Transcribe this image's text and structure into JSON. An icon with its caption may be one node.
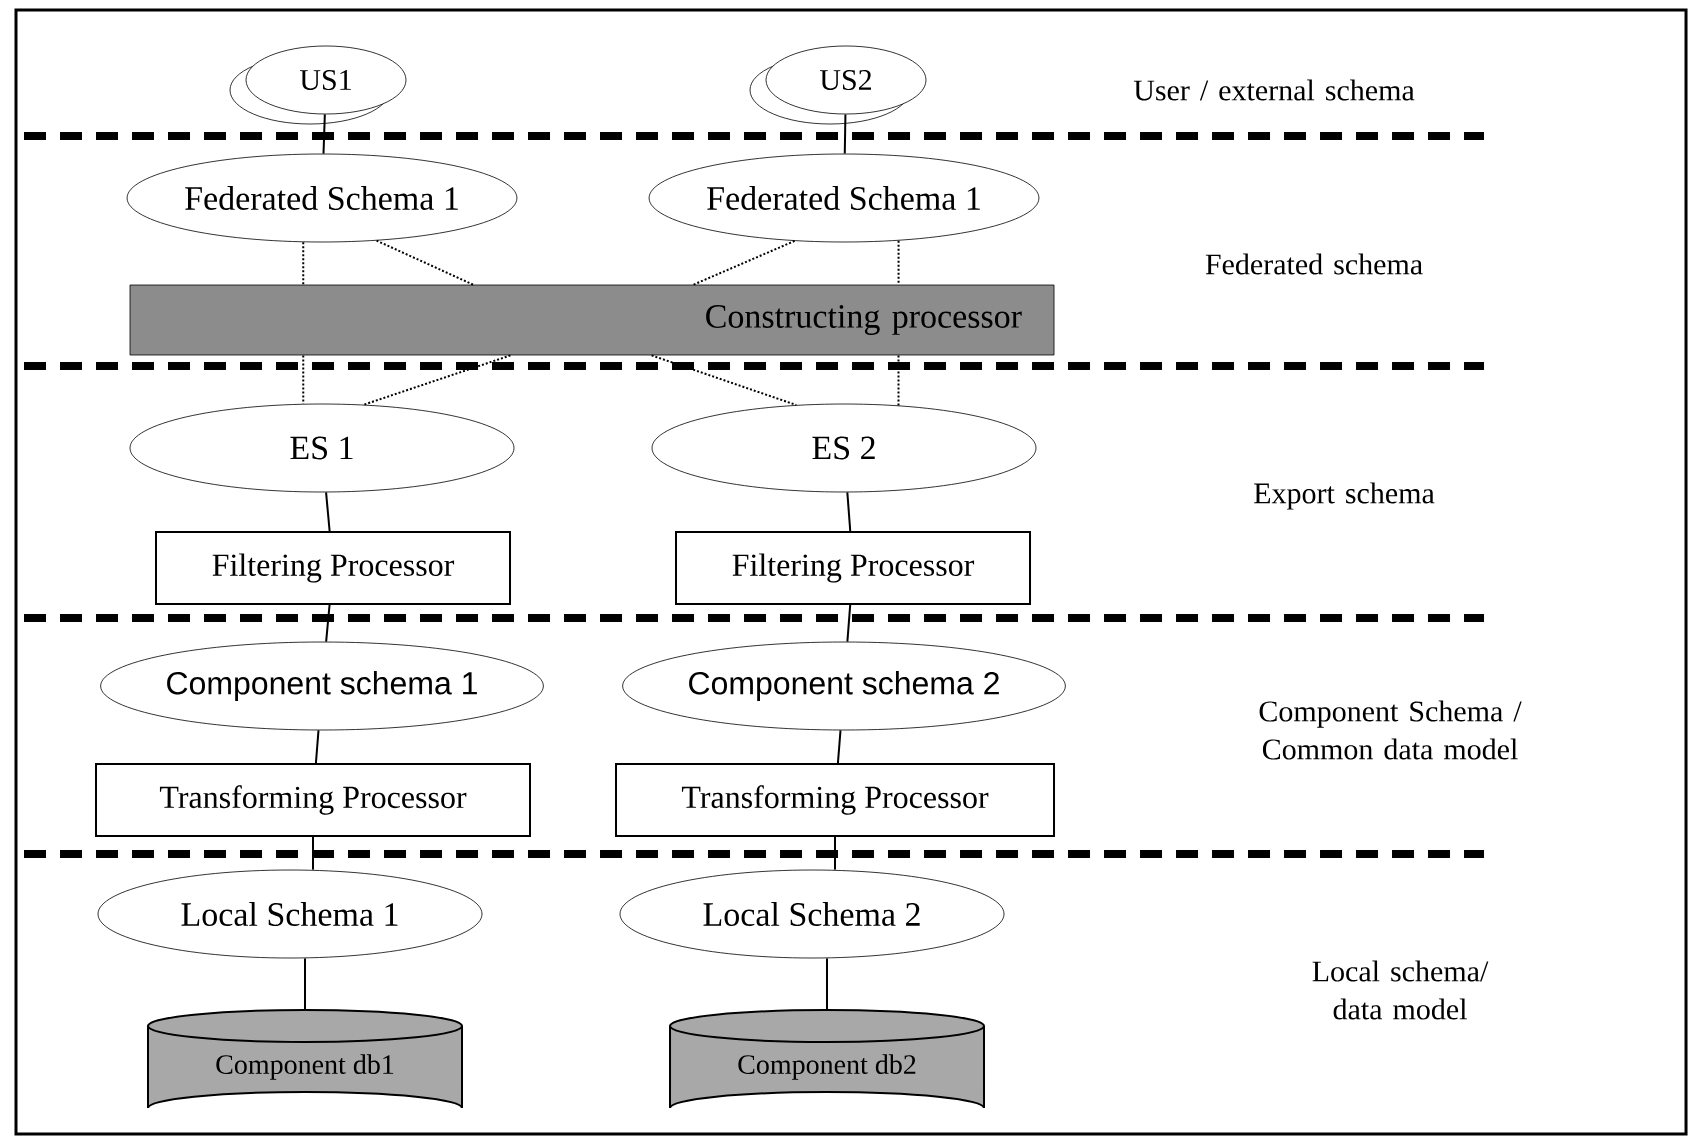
{
  "diagram": {
    "nodes": [
      {
        "text": [
          "US1"
        ]
      },
      {
        "text": [
          "US2"
        ]
      },
      {
        "text": [
          "Federated Schema 1"
        ]
      },
      {
        "text": [
          "Federated Schema 1"
        ]
      },
      {
        "text": [
          "Constructing processor"
        ]
      },
      {
        "text": [
          "ES 1"
        ]
      },
      {
        "text": [
          "ES 2"
        ]
      },
      {
        "text": [
          "Filtering Processor"
        ]
      },
      {
        "text": [
          "Filtering Processor"
        ]
      },
      {
        "text": [
          "Component schema 1"
        ]
      },
      {
        "text": [
          "Component schema 2"
        ]
      },
      {
        "text": [
          "Transforming Processor"
        ]
      },
      {
        "text": [
          "Transforming Processor"
        ]
      },
      {
        "text": [
          "Local Schema 1"
        ]
      },
      {
        "text": [
          "Local Schema 2"
        ]
      },
      {
        "text": [
          "Component db1"
        ]
      },
      {
        "text": [
          "Component db2"
        ]
      }
    ],
    "edges": [
      {
        "from": 0,
        "to": 2,
        "arrow": "none"
      },
      {
        "from": 1,
        "to": 3,
        "arrow": "none"
      },
      {
        "from": 2,
        "to": 4,
        "arrow": "none",
        "style": "dashed"
      },
      {
        "from": 4,
        "to": 5,
        "arrow": "none",
        "style": "dashed"
      },
      {
        "from": 2,
        "to": 4,
        "arrow": "none",
        "style": "dashed"
      },
      {
        "from": 4,
        "to": 6,
        "arrow": "none",
        "style": "dashed"
      },
      {
        "from": 3,
        "to": 4,
        "arrow": "none",
        "style": "dashed"
      },
      {
        "from": 4,
        "to": 5,
        "arrow": "none",
        "style": "dashed"
      },
      {
        "from": 3,
        "to": 4,
        "arrow": "none",
        "style": "dashed"
      },
      {
        "from": 4,
        "to": 6,
        "arrow": "none",
        "style": "dashed"
      },
      {
        "from": 5,
        "to": 7,
        "arrow": "none"
      },
      {
        "from": 7,
        "to": 9,
        "arrow": "none"
      },
      {
        "from": 9,
        "to": 11,
        "arrow": "none"
      },
      {
        "from": 11,
        "to": 13,
        "arrow": "none"
      },
      {
        "from": 13,
        "to": 15,
        "arrow": "none"
      },
      {
        "from": 6,
        "to": 8,
        "arrow": "none"
      },
      {
        "from": 8,
        "to": 10,
        "arrow": "none"
      },
      {
        "from": 10,
        "to": 12,
        "arrow": "none"
      },
      {
        "from": 12,
        "to": 14,
        "arrow": "none"
      },
      {
        "from": 14,
        "to": 16,
        "arrow": "none"
      }
    ],
    "labels": [
      "User / external schema",
      "Federated schema",
      "Export schema",
      "Component Schema / Common data model",
      "Local schema/ data model"
    ]
  }
}
